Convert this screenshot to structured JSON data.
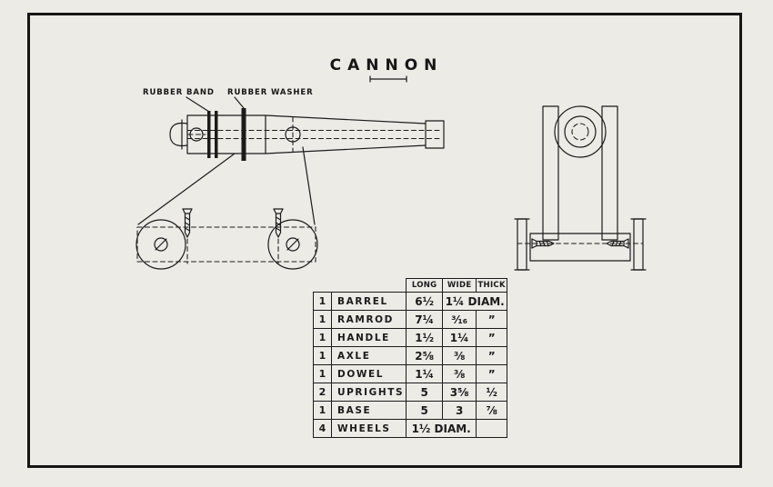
{
  "title": "CANNON",
  "colors": {
    "ink": "#1b1b1b",
    "paper": "#ecebe6"
  },
  "labels": {
    "rubber_band": "RUBBER BAND",
    "rubber_washer": "RUBBER WASHER"
  },
  "table": {
    "headers": [
      "LONG",
      "WIDE",
      "THICK"
    ],
    "rows": [
      {
        "qty": "1",
        "name": "BARREL",
        "long": "6½",
        "wide": "1¼ DIAM.",
        "thick": ""
      },
      {
        "qty": "1",
        "name": "RAMROD",
        "long": "7¼",
        "wide": "³⁄₁₆",
        "thick": "”"
      },
      {
        "qty": "1",
        "name": "HANDLE",
        "long": "1½",
        "wide": "1¼",
        "thick": "”"
      },
      {
        "qty": "1",
        "name": "AXLE",
        "long": "2⅝",
        "wide": "⅜",
        "thick": "”"
      },
      {
        "qty": "1",
        "name": "DOWEL",
        "long": "1¼",
        "wide": "⅜",
        "thick": "”"
      },
      {
        "qty": "2",
        "name": "UPRIGHTS",
        "long": "5",
        "wide": "3⅝",
        "thick": "½"
      },
      {
        "qty": "1",
        "name": "BASE",
        "long": "5",
        "wide": "3",
        "thick": "⅞"
      },
      {
        "qty": "4",
        "name": "WHEELS",
        "long": "1½ DIAM.",
        "wide": "",
        "thick": ""
      }
    ]
  }
}
